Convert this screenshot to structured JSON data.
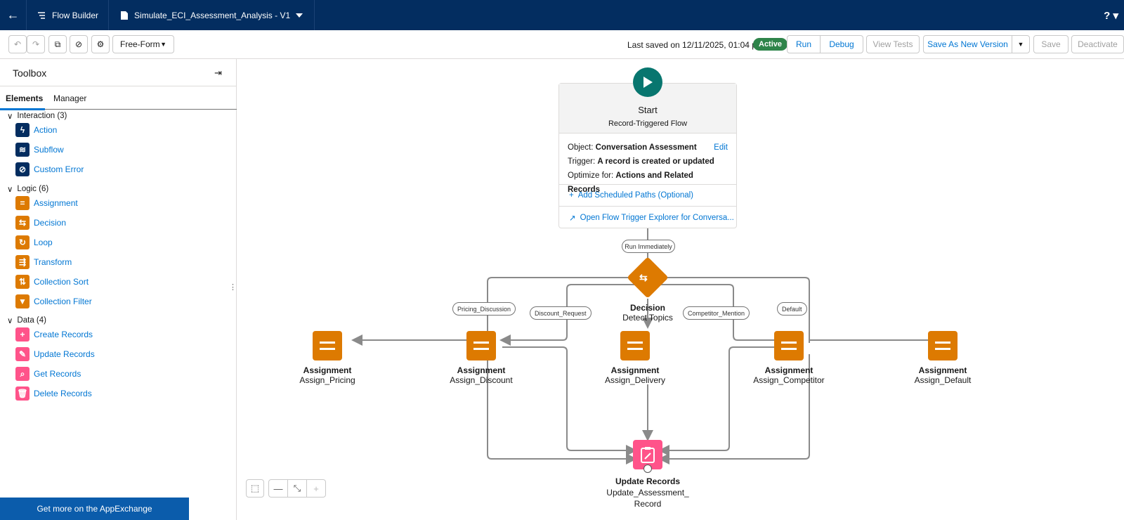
{
  "topnav": {
    "back_label": "←",
    "app_name": "Flow Builder",
    "flow_name": "Simulate_ECI_Assessment_Analysis - V1",
    "help_label": "?"
  },
  "toolbar": {
    "layout_mode": "Free-Form",
    "last_saved": "Last saved on 12/11/2025, 01:04 pm",
    "status": "Active",
    "run": "Run",
    "debug": "Debug",
    "view_tests": "View Tests",
    "save_as_new": "Save As New Version",
    "save": "Save",
    "deactivate": "Deactivate"
  },
  "toolbox": {
    "title": "Toolbox",
    "tabs": [
      "Elements",
      "Manager"
    ],
    "sections": [
      {
        "label": "Interaction (3)",
        "items": [
          "Action",
          "Subflow",
          "Custom Error"
        ]
      },
      {
        "label": "Logic (6)",
        "items": [
          "Assignment",
          "Decision",
          "Loop",
          "Transform",
          "Collection Sort",
          "Collection Filter"
        ]
      },
      {
        "label": "Data (4)",
        "items": [
          "Create Records",
          "Update Records",
          "Get Records",
          "Delete Records"
        ]
      }
    ],
    "appexchange": "Get more on the AppExchange"
  },
  "canvas": {
    "start": {
      "title": "Start",
      "subtitle": "Record-Triggered Flow",
      "object_label": "Object:",
      "object_value": "Conversation Assessment",
      "edit": "Edit",
      "trigger_label": "Trigger:",
      "trigger_value": "A record is created or updated",
      "optimize_label": "Optimize for:",
      "optimize_value": "Actions and Related Records",
      "scheduled": "Add Scheduled Paths (Optional)",
      "explorer": "Open Flow Trigger Explorer for Conversa..."
    },
    "run_immediately": "Run Immediately",
    "decision": {
      "type": "Decision",
      "name": "Detect Topics"
    },
    "outcomes": [
      "Pricing_Discussion",
      "Discount_Request",
      "Competitor_Mention",
      "Default"
    ],
    "assignments": [
      {
        "type": "Assignment",
        "name": "Assign_Pricing"
      },
      {
        "type": "Assignment",
        "name": "Assign_Discount"
      },
      {
        "type": "Assignment",
        "name": "Assign_Delivery"
      },
      {
        "type": "Assignment",
        "name": "Assign_Competitor"
      },
      {
        "type": "Assignment",
        "name": "Assign_Default"
      }
    ],
    "update": {
      "type": "Update Records",
      "name_line1": "Update_Assessment_",
      "name_line2": "Record"
    }
  }
}
